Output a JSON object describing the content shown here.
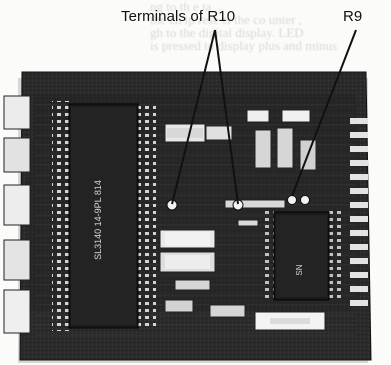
{
  "figure": {
    "annotations": {
      "terminals": "Terminals of R10",
      "r9": "R9"
    },
    "chip_markings": {
      "main_ic": "SL3140\n14-9PL\n814",
      "side_ic": "SN"
    },
    "colors": {
      "background": "#fbfbf9",
      "board": "#2c2c2c",
      "ink": "#111111"
    }
  }
}
